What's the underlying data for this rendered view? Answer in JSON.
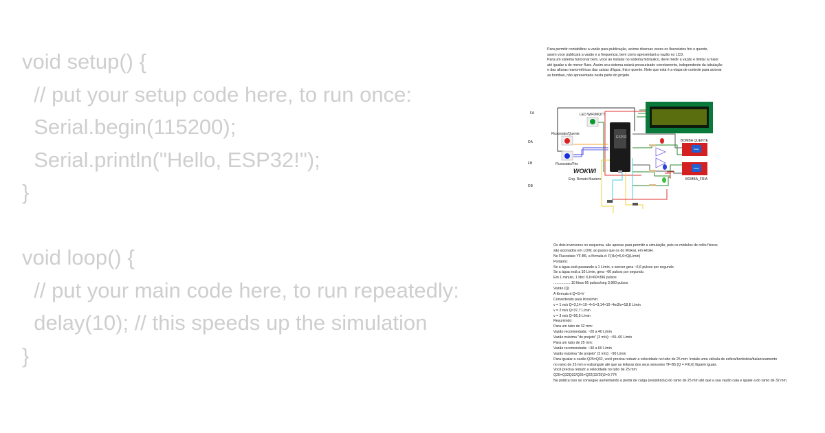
{
  "code": {
    "lines": [
      "void setup() {",
      "  // put your setup code here, to run once:",
      "  Serial.begin(115200);",
      "  Serial.println(\"Hello, ESP32!\");",
      "}",
      "",
      "void loop() {",
      "  // put your main code here, to run repeatedly:",
      "  delay(10); // this speeds up the simulation",
      "}"
    ]
  },
  "notes": {
    "top": [
      "Para permitir contabilizar a vazão para publicação, acione diversas vezes os fluxostatos frio e quente,",
      "assim voce publicará a vasão e a frequencia, bem como apresentará a vazão no LCD.",
      "Para um sistema funcionar bem, voce ao instalar no sistema hidráulico, deve medir a vazão e limitar a maior",
      "até igualar a de menor fluxo. Assim seu sistema estará pressurizado corretamente, independente da tubulação",
      "e das alturas manométricas das caixas d'água, fria e quente. Note que está é a etapa de controle para acionar",
      "as bombas, não apresentada nesta parte do projeto."
    ],
    "bottom": [
      "Os dois inversores no esquema, são apenas para permitir a simulação, pois os módulos de relés físicos",
      "são acionados em LOW, ao passo que os do Wokwi, em HIGH.",
      "No Fluxostato YF-B5, a fórmula é: F(Hz)=6,6×Q(L/min)",
      "Portanto:",
      "Se a água está passando a 1 L/min, o sensor gera ~6,6 pulsos por segundo.",
      "Se a água está a 10 L/min, gera ~66 pulsos por segundo.",
      "Em 1 minuto, 1 litro: 6,6×60=396 pulsos",
      "..................10 litros 66 pulsos/seg 3.960 pulsos",
      "Vazão (Q)",
      "A fórmula é:Q=S×V",
      "Convertendo para litros/min:",
      "v = 1 m/s Q=3,14×10−4×1=3,14×10−4m3/s=18,8 L/min",
      "v = 2 m/s Q≈37,7 L/min",
      "v = 3 m/s Q≈56,5 L/min",
      "Resumindo:",
      "Para um tubo de 32 mm:",
      "Vazão recomendada: ~20 a 40 L/min",
      "Vazão máxima \"de projeto\" (3 m/s): ~55–60 L/min",
      "Para um tubo de 25 mm:",
      "Vazão recomendada: ~30 a 60 L/min",
      "Vazão máxima \"de projeto\" (3 m/s): ~90 L/min",
      "Para igualar a vazão Q25=Q32, você precisa reduzir a velocidade no tubo de 25 mm: Instale uma válvula de esfera/borboleta/balanceamento",
      "no ramo de 25 mm e estrangule até que as leituras dos seus sensores YF-B5 (Q = F/6,6) fiquem iguais.",
      "Você precisa reduzir a velocidade no tubo de 25 mm:",
      "Q25=Q32Q32/Q25=Q22(32/25)2=0,774",
      "Na prática isso se consegue aumentando a perda de carga (resistência) do ramo de 25 mm até que a sua vazão caia e iguale a do ramo de 32 mm."
    ]
  },
  "circuit": {
    "side_labels": [
      "FA",
      "DA",
      "FB",
      "DB"
    ],
    "led_label": "LED WIFI/MQTT",
    "button_hot_label": "Fluxostato/Quente",
    "button_cold_label": "Fluxostato/Frio",
    "mcu_label": "ESP32",
    "logo": "WOKWI",
    "author": "Eng. Renato Maziero",
    "relay_hot_label": "BOMBA QUENTE",
    "relay_cold_label": "BOMBA_FRIA",
    "relay_module_text": "Relay",
    "colors": {
      "lcd_board": "#0a7a3c",
      "lcd_screen": "#5a6e10",
      "relay": "#d42020",
      "esp32": "#1a1a1a"
    }
  }
}
